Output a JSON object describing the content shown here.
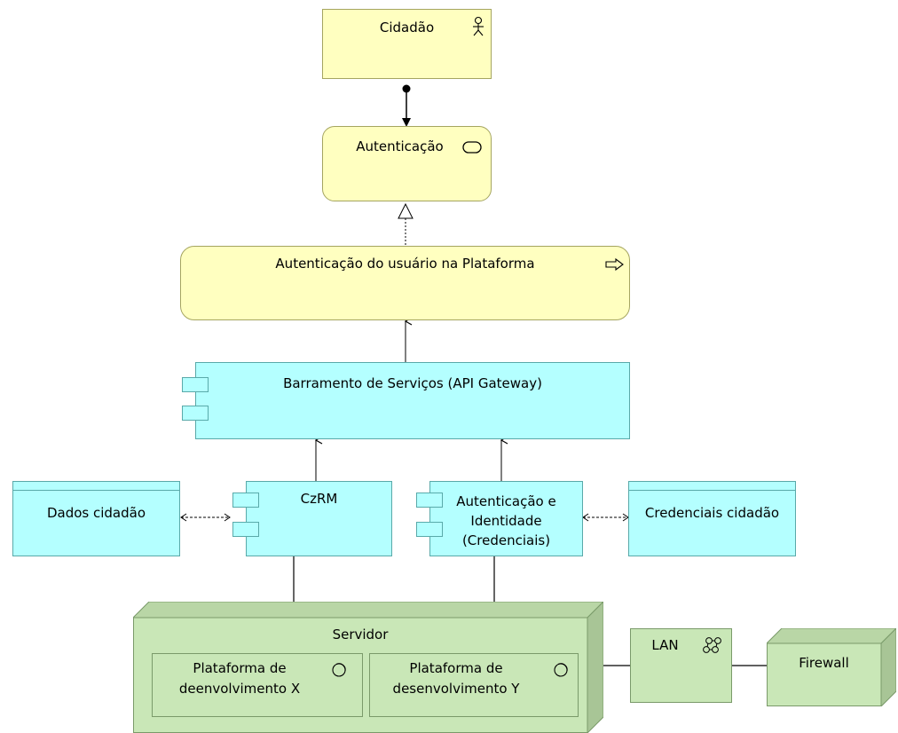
{
  "cidadao": "Cidadão",
  "autenticacao_service": "Autenticação",
  "autenticacao_process": "Autenticação do usuário na Plataforma",
  "barramento": "Barramento de Serviços (API Gateway)",
  "czrm": "CzRM",
  "auth_identidade_line1": "Autenticação e",
  "auth_identidade_line2": "Identidade",
  "auth_identidade_line3": "(Credenciais)",
  "dados_cidadao": "Dados cidadão",
  "credenciais_cidadao": "Credenciais cidadão",
  "servidor": "Servidor",
  "plataforma_x_line1": "Plataforma de",
  "plataforma_x_line2": "deenvolvimento X",
  "plataforma_y_line1": "Plataforma de",
  "plataforma_y_line2": "desenvolvimento Y",
  "lan": "LAN",
  "firewall": "Firewall",
  "colors": {
    "business": "#ffffc0",
    "application": "#b4ffff",
    "technology": "#c9e7b7"
  },
  "icons": [
    "actor-icon",
    "service-icon",
    "process-arrow-icon",
    "component-icon",
    "system-software-icon",
    "network-icon",
    "node-3d-icon"
  ]
}
